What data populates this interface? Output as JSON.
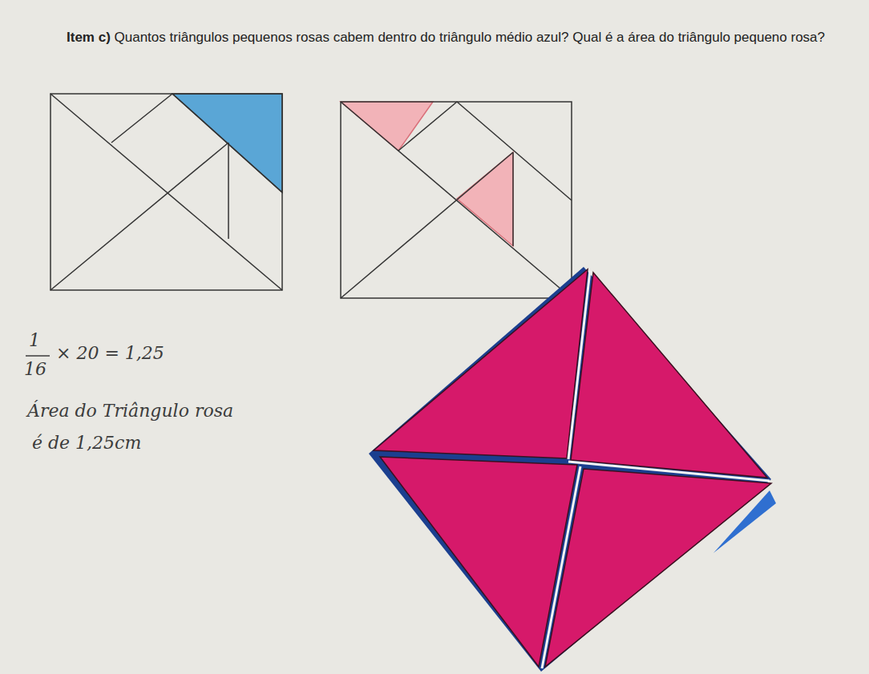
{
  "diagram": {
    "labels": [
      "Item c)",
      "Quantos triângulos pequenos rosas cabem dentro do triângulo médio azul? Qual é a área do triângulo pequeno rosa?",
      "1",
      "16",
      "× 20 = 1,25",
      "Área do Triângulo rosa",
      "é de 1,25cm"
    ]
  }
}
